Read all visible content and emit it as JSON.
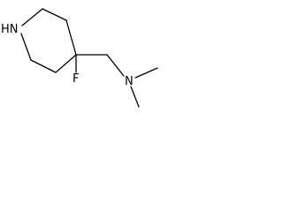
{
  "molecule": {
    "atoms": [
      {
        "id": "ring-nitrogen",
        "element": "N",
        "label": "HN"
      },
      {
        "id": "fluorine",
        "element": "F",
        "label": "F"
      },
      {
        "id": "amine-nitrogen",
        "element": "N",
        "label": "N"
      }
    ],
    "bonds": [
      {
        "from": "ring-nitrogen",
        "to": "ring-c2"
      },
      {
        "from": "ring-c2",
        "to": "ring-c3"
      },
      {
        "from": "ring-c3",
        "to": "ring-c4"
      },
      {
        "from": "ring-c4",
        "to": "ring-c5"
      },
      {
        "from": "ring-c5",
        "to": "ring-c6"
      },
      {
        "from": "ring-c6",
        "to": "ring-nitrogen"
      },
      {
        "from": "ring-c4",
        "to": "fluorine"
      },
      {
        "from": "ring-c4",
        "to": "ch2"
      },
      {
        "from": "ch2",
        "to": "amine-nitrogen"
      },
      {
        "from": "amine-nitrogen",
        "to": "methyl-1"
      },
      {
        "from": "amine-nitrogen",
        "to": "methyl-2"
      }
    ],
    "colors": {
      "bond": "#000000",
      "label": "#000000",
      "background": "#ffffff"
    }
  }
}
